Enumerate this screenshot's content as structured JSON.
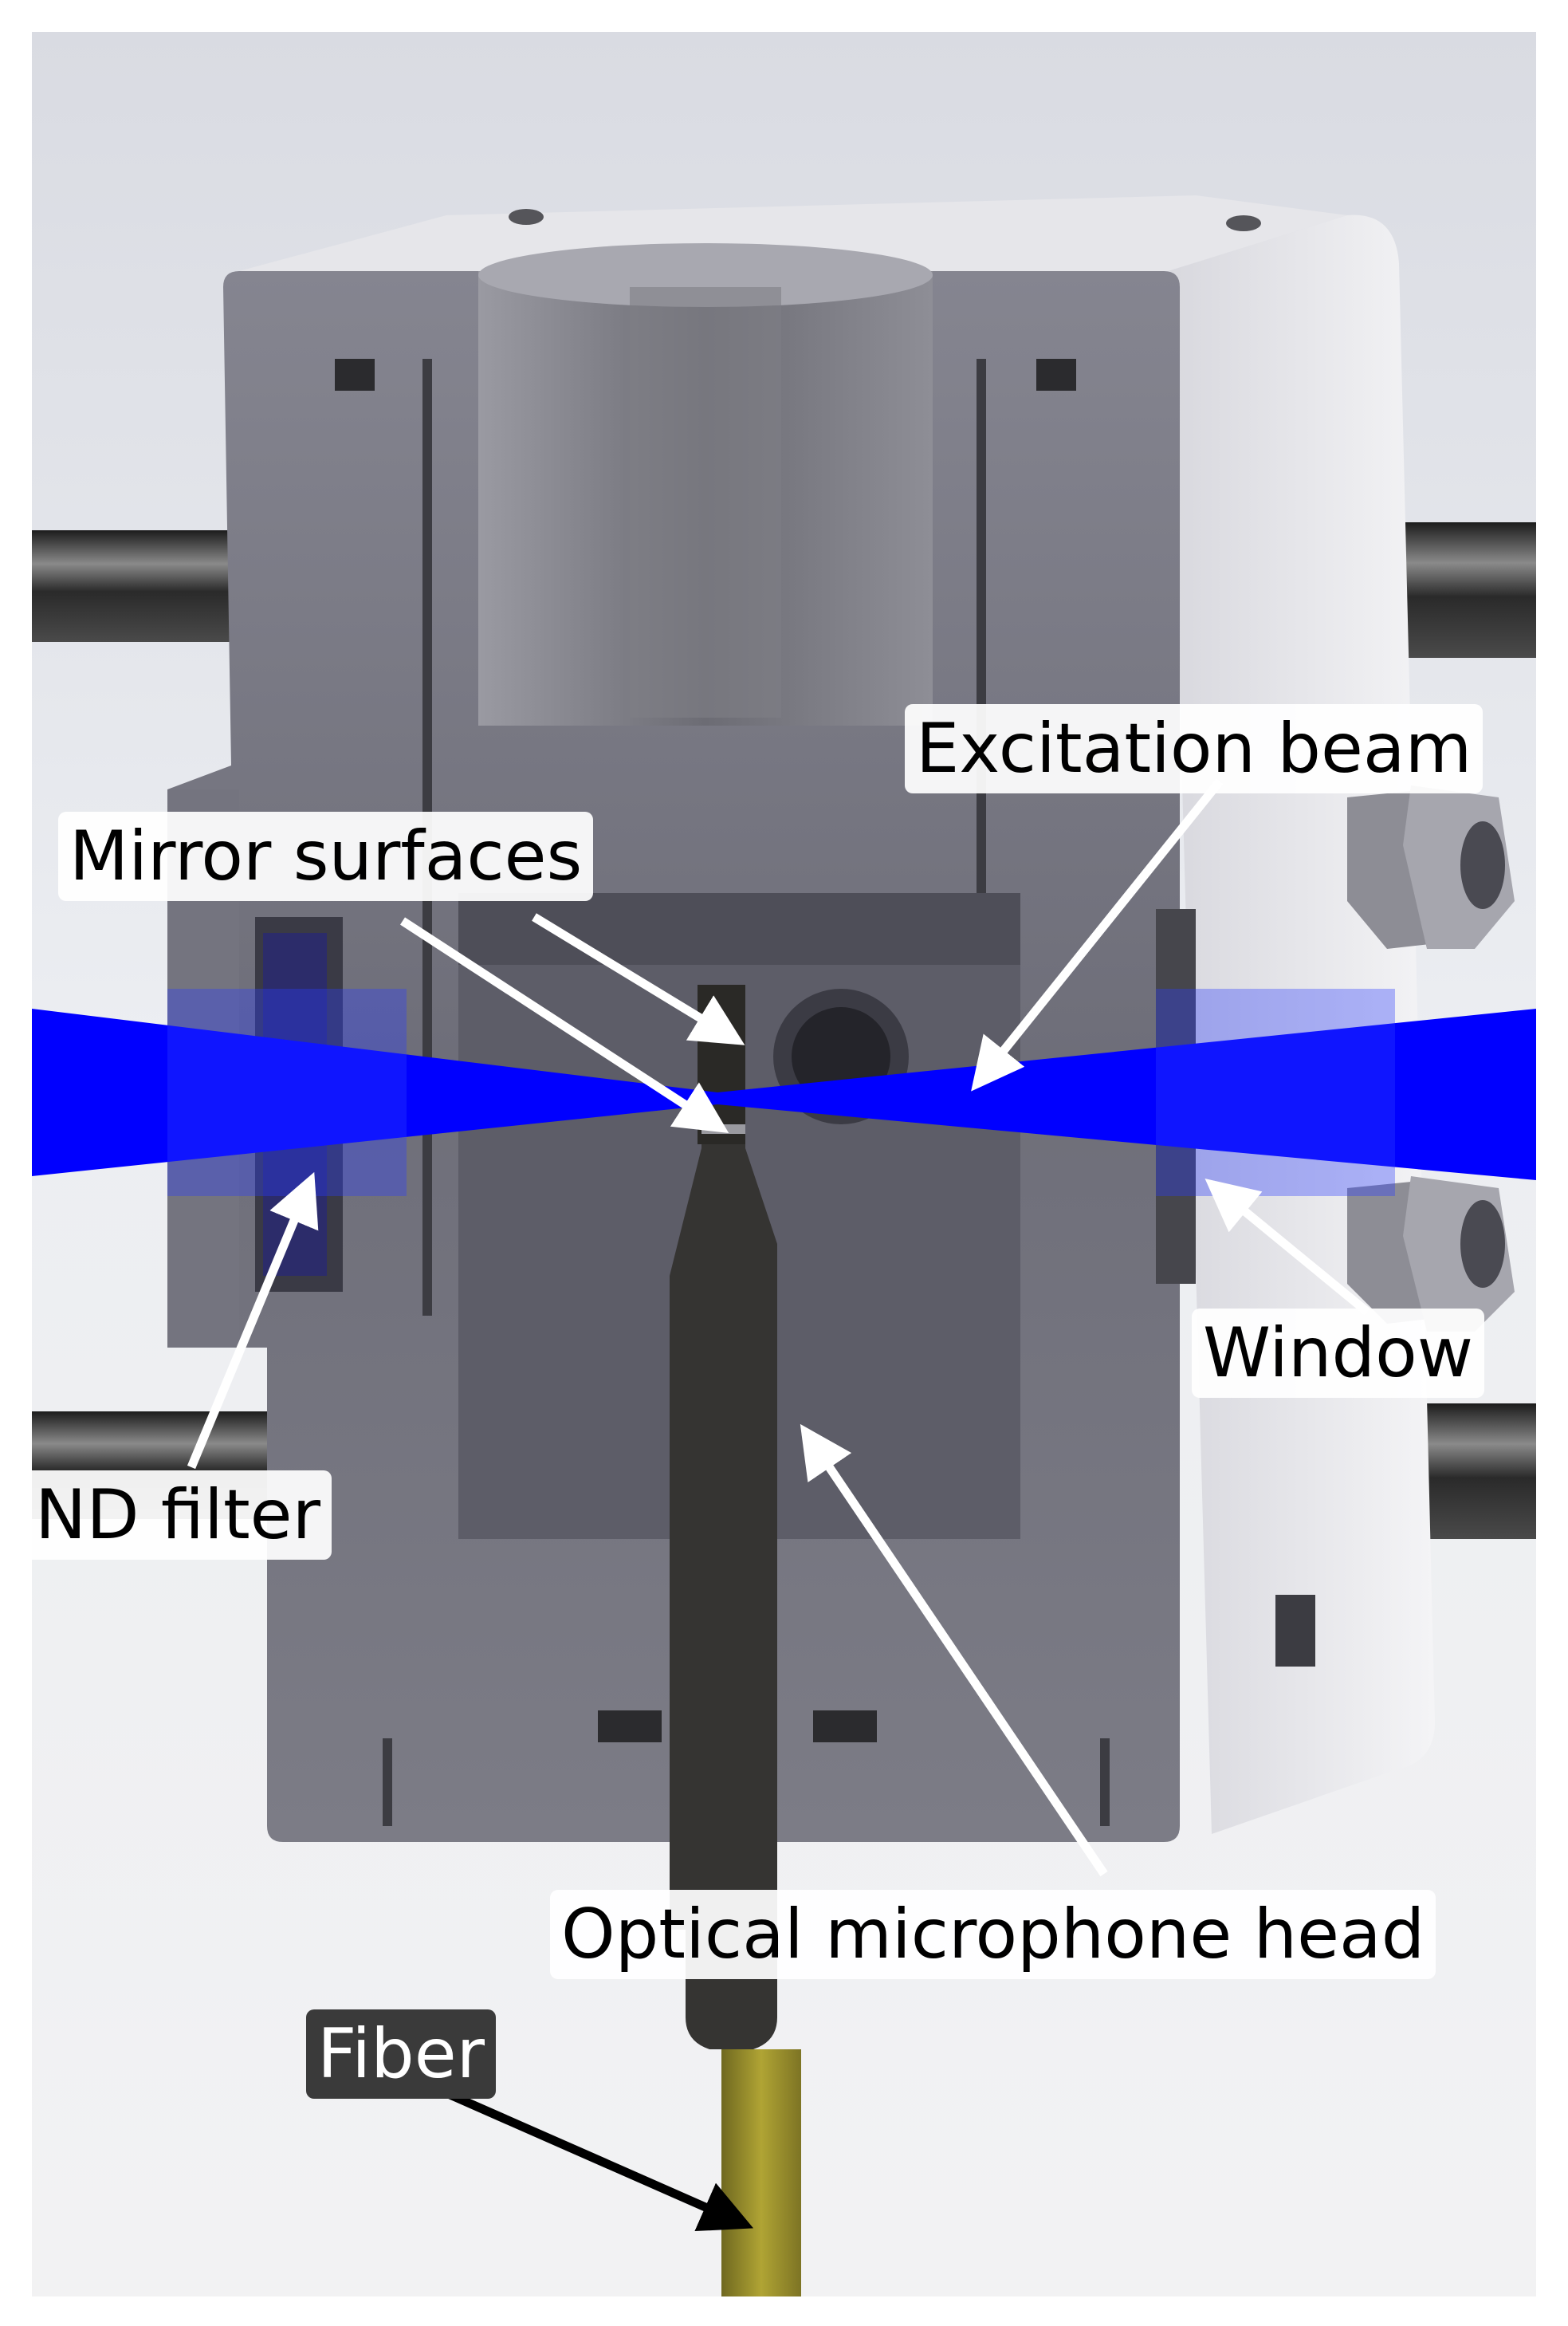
{
  "labels": {
    "excitation_beam": "Excitation beam",
    "mirror_surfaces": "Mirror surfaces",
    "window": "Window",
    "nd_filter": "ND filter",
    "optical_microphone_head": "Optical microphone head",
    "fiber": "Fiber"
  },
  "colors": {
    "beam": "#0000ff",
    "body_front": "#7a7a84",
    "body_side": "#e9e9ee",
    "rod": "#3b3b3b",
    "microphone_head": "#353432",
    "fiber": "#9b9029",
    "arrow_light": "#ffffff",
    "arrow_dark": "#000000"
  }
}
